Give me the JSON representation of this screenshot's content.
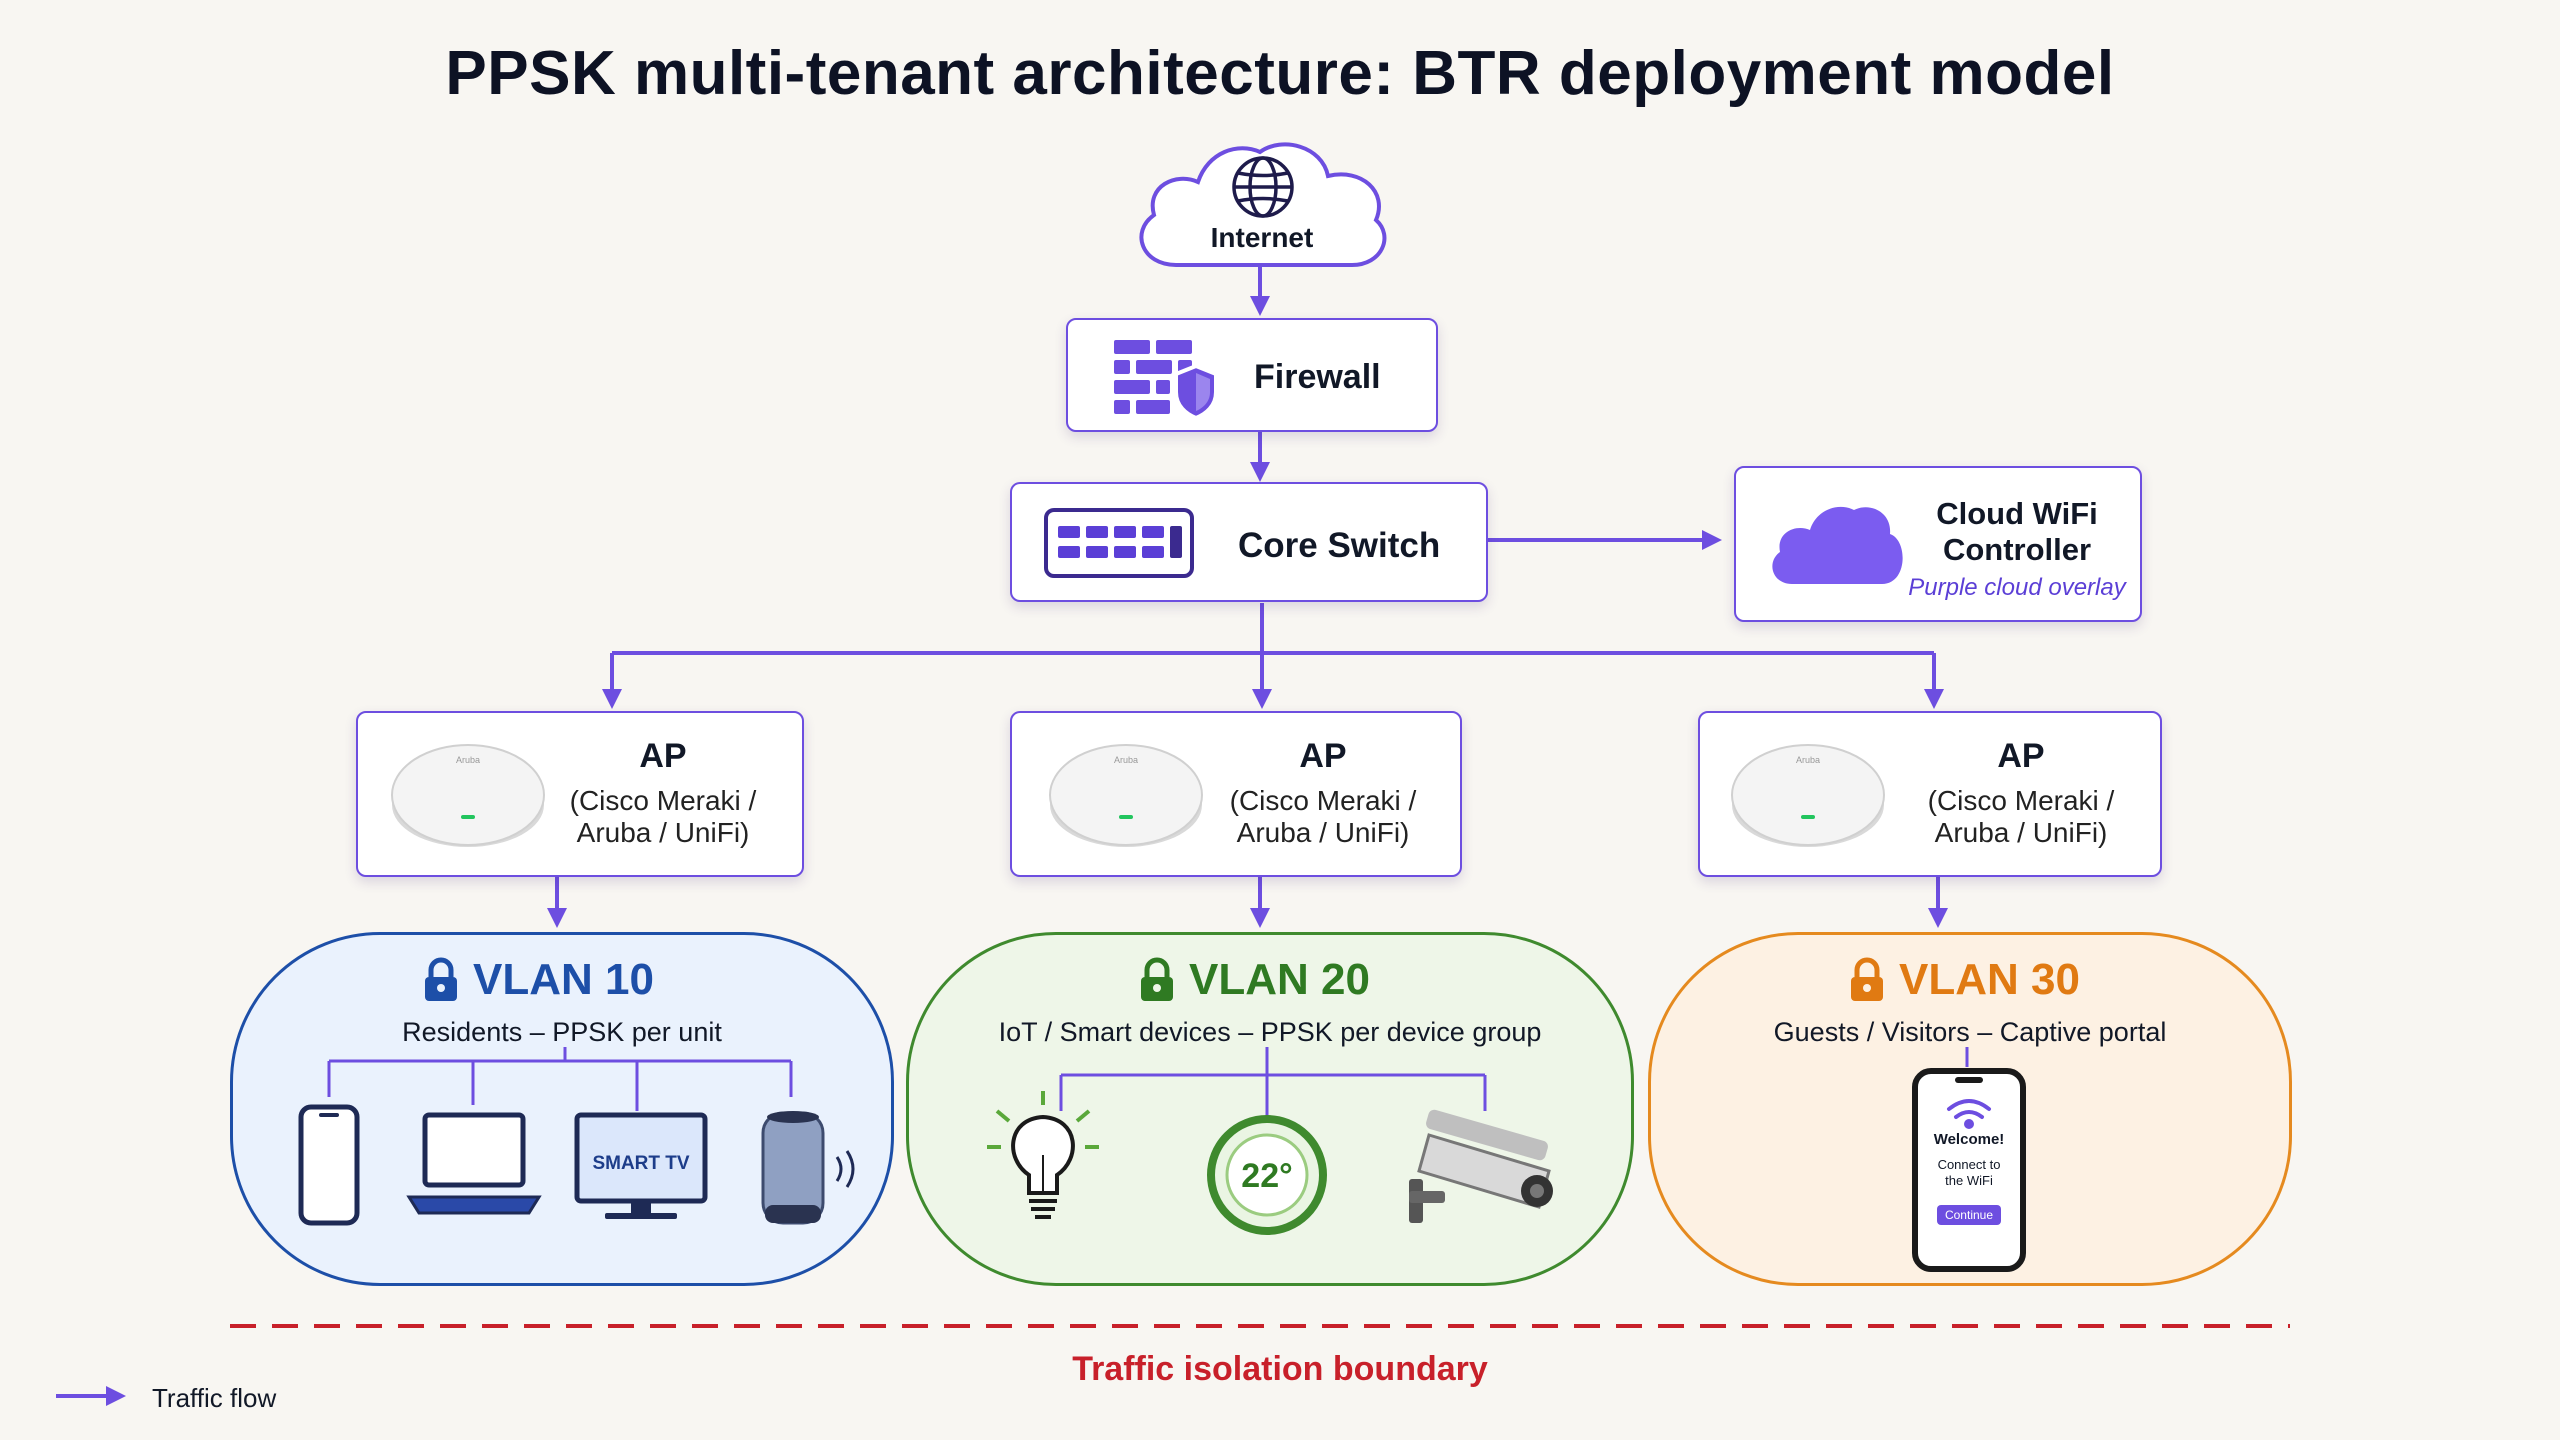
{
  "title": "PPSK multi-tenant architecture: BTR deployment model",
  "colors": {
    "accent": "#6d4ee0",
    "vlan10": "#1d4fa8",
    "vlan20": "#3f8a2e",
    "vlan30": "#e58a1f",
    "boundary": "#c8202a"
  },
  "nodes": {
    "internet": {
      "label": "Internet",
      "icon": "globe-icon"
    },
    "firewall": {
      "label": "Firewall",
      "icon": "firewall-shield-icon"
    },
    "core_switch": {
      "label": "Core Switch",
      "icon": "network-switch-icon"
    },
    "cloud_controller": {
      "label_line1": "Cloud WiFi",
      "label_line2": "Controller",
      "note": "Purple cloud overlay",
      "icon": "cloud-icon"
    }
  },
  "aps": [
    {
      "title": "AP",
      "sub_line1": "(Cisco Meraki /",
      "sub_line2": "Aruba / UniFi)",
      "logo": "Aruba"
    },
    {
      "title": "AP",
      "sub_line1": "(Cisco Meraki /",
      "sub_line2": "Aruba / UniFi)",
      "logo": "Aruba"
    },
    {
      "title": "AP",
      "sub_line1": "(Cisco Meraki /",
      "sub_line2": "Aruba / UniFi)",
      "logo": "Aruba"
    }
  ],
  "vlans": [
    {
      "title": "VLAN 10",
      "subtitle": "Residents – PPSK per unit",
      "devices": [
        "smartphone-icon",
        "laptop-icon",
        "smart-tv-icon",
        "smart-speaker-icon"
      ],
      "tv_label": "SMART TV"
    },
    {
      "title": "VLAN 20",
      "subtitle": "IoT / Smart devices – PPSK per device group",
      "devices": [
        "smart-bulb-icon",
        "thermostat-icon",
        "security-camera-icon"
      ],
      "thermostat_value": "22°"
    },
    {
      "title": "VLAN 30",
      "subtitle": "Guests / Visitors – Captive portal",
      "devices": [
        "captive-portal-phone-icon"
      ],
      "portal": {
        "heading": "Welcome!",
        "line1": "Connect to",
        "line2": "the WiFi",
        "button": "Continue"
      }
    }
  ],
  "boundary_label": "Traffic isolation boundary",
  "legend": {
    "label": "Traffic flow",
    "icon": "arrow-right-icon"
  }
}
